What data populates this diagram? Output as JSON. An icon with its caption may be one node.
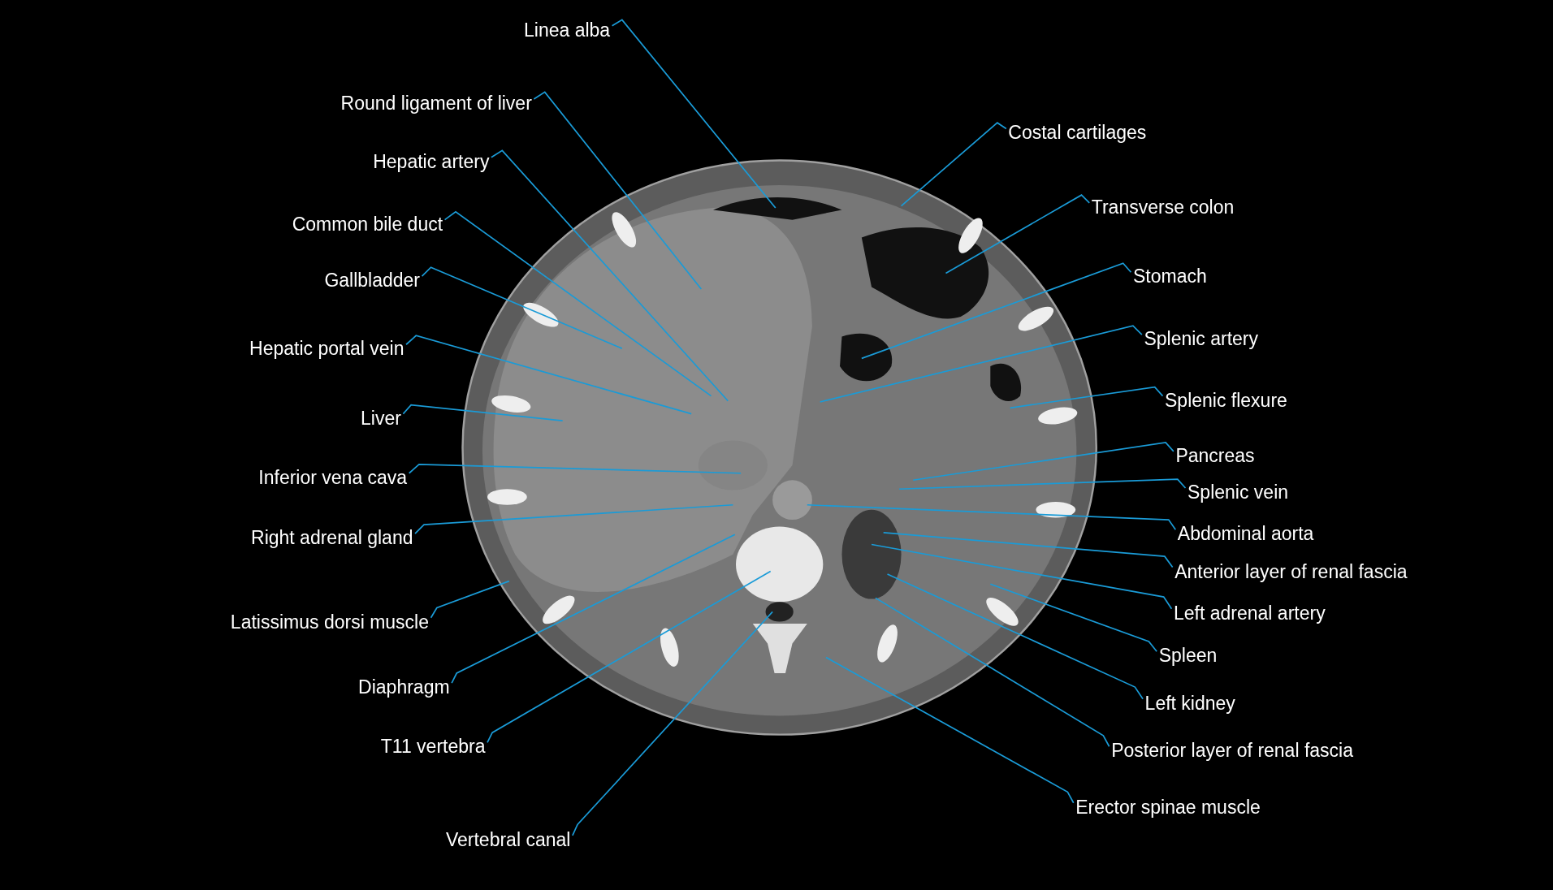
{
  "diagram": {
    "nodes": [
      {
        "text": [
          "Linea alba"
        ]
      },
      {
        "text": [
          "Round ligament of liver"
        ]
      },
      {
        "text": [
          "Costal cartilages"
        ]
      },
      {
        "text": [
          "Hepatic artery"
        ]
      },
      {
        "text": [
          "Transverse colon"
        ]
      },
      {
        "text": [
          "Common bile duct"
        ]
      },
      {
        "text": [
          "Stomach"
        ]
      },
      {
        "text": [
          "Gallbladder"
        ]
      },
      {
        "text": [
          "Splenic artery"
        ]
      },
      {
        "text": [
          "Hepatic portal vein"
        ]
      },
      {
        "text": [
          "Splenic flexure"
        ]
      },
      {
        "text": [
          "Liver"
        ]
      },
      {
        "text": [
          "Pancreas"
        ]
      },
      {
        "text": [
          "Inferior vena cava"
        ]
      },
      {
        "text": [
          "Splenic vein"
        ]
      },
      {
        "text": [
          "Abdominal aorta"
        ]
      },
      {
        "text": [
          "Right adrenal gland"
        ]
      },
      {
        "text": [
          "Anterior layer of renal fascia"
        ]
      },
      {
        "text": [
          "Left adrenal artery"
        ]
      },
      {
        "text": [
          "Latissimus dorsi muscle"
        ]
      },
      {
        "text": [
          "Spleen"
        ]
      },
      {
        "text": [
          "Diaphragm"
        ]
      },
      {
        "text": [
          "Left kidney"
        ]
      },
      {
        "text": [
          "T11 vertebra"
        ]
      },
      {
        "text": [
          "Posterior layer of renal fascia"
        ]
      },
      {
        "text": [
          "Erector spinae muscle"
        ]
      },
      {
        "text": [
          "Vertebral canal"
        ]
      }
    ],
    "edges": [
      {
        "from": 0,
        "to": null,
        "arrow": "none"
      },
      {
        "from": 1,
        "to": null,
        "arrow": "none"
      },
      {
        "from": 2,
        "to": null,
        "arrow": "none"
      },
      {
        "from": 3,
        "to": null,
        "arrow": "none"
      },
      {
        "from": 4,
        "to": null,
        "arrow": "none"
      },
      {
        "from": 5,
        "to": null,
        "arrow": "none"
      },
      {
        "from": 6,
        "to": null,
        "arrow": "none"
      },
      {
        "from": 7,
        "to": null,
        "arrow": "none"
      },
      {
        "from": 8,
        "to": null,
        "arrow": "none"
      },
      {
        "from": 9,
        "to": null,
        "arrow": "none"
      },
      {
        "from": 10,
        "to": null,
        "arrow": "none"
      },
      {
        "from": 11,
        "to": null,
        "arrow": "none"
      },
      {
        "from": 12,
        "to": null,
        "arrow": "none"
      },
      {
        "from": 13,
        "to": null,
        "arrow": "none"
      },
      {
        "from": 14,
        "to": null,
        "arrow": "none"
      },
      {
        "from": 15,
        "to": null,
        "arrow": "none"
      },
      {
        "from": 16,
        "to": null,
        "arrow": "none"
      },
      {
        "from": 17,
        "to": null,
        "arrow": "none"
      },
      {
        "from": 18,
        "to": null,
        "arrow": "none"
      },
      {
        "from": 19,
        "to": null,
        "arrow": "none"
      },
      {
        "from": 20,
        "to": null,
        "arrow": "none"
      },
      {
        "from": 21,
        "to": null,
        "arrow": "none"
      },
      {
        "from": 22,
        "to": null,
        "arrow": "none"
      },
      {
        "from": 23,
        "to": null,
        "arrow": "none"
      },
      {
        "from": 24,
        "to": null,
        "arrow": "none"
      },
      {
        "from": 25,
        "to": null,
        "arrow": "none"
      },
      {
        "from": 26,
        "to": null,
        "arrow": "none"
      }
    ]
  }
}
